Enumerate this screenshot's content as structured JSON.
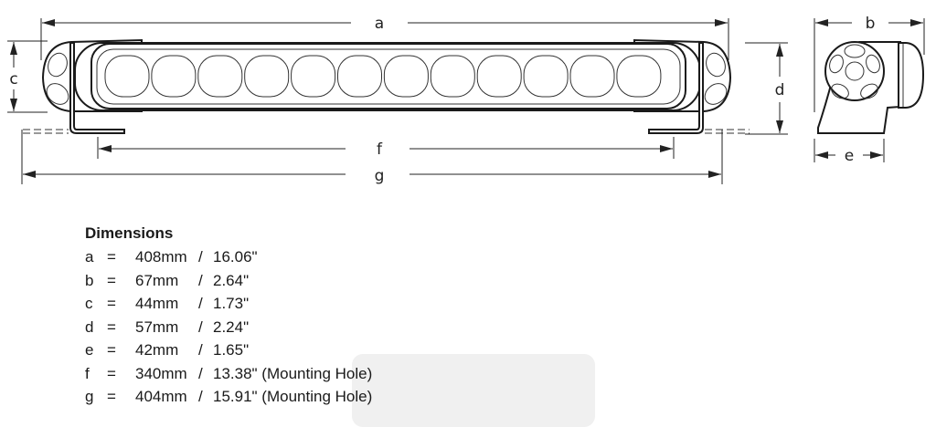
{
  "diagram": {
    "labels": {
      "a": "a",
      "b": "b",
      "c": "c",
      "d": "d",
      "e": "e",
      "f": "f",
      "g": "g"
    },
    "lens_count": 12,
    "side_lens_count": 6
  },
  "dimensions": {
    "title": "Dimensions",
    "rows": [
      {
        "key": "a",
        "eq": "=",
        "mm": "408mm",
        "sep": "/",
        "inch": "16.06\""
      },
      {
        "key": "b",
        "eq": "=",
        "mm": "67mm",
        "sep": "/",
        "inch": "2.64\""
      },
      {
        "key": "c",
        "eq": "=",
        "mm": "44mm",
        "sep": "/",
        "inch": "1.73\""
      },
      {
        "key": "d",
        "eq": "=",
        "mm": "57mm",
        "sep": "/",
        "inch": "2.24\""
      },
      {
        "key": "e",
        "eq": "=",
        "mm": "42mm",
        "sep": "/",
        "inch": "1.65\""
      },
      {
        "key": "f",
        "eq": "=",
        "mm": "340mm",
        "sep": "/",
        "inch": "13.38\" (Mounting Hole)"
      },
      {
        "key": "g",
        "eq": "=",
        "mm": "404mm",
        "sep": "/",
        "inch": "15.91\" (Mounting Hole)"
      }
    ]
  }
}
